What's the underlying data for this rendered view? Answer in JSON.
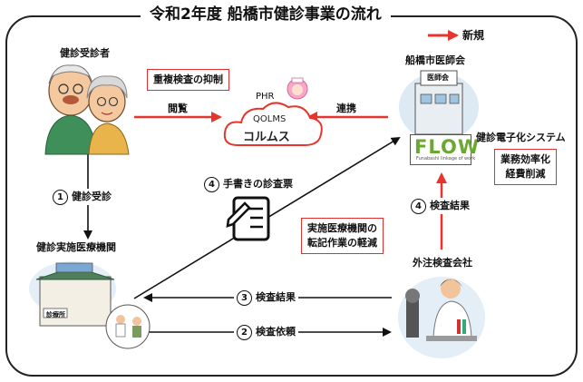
{
  "title": "令和2年度 船橋市健診事業の流れ",
  "legend": {
    "label": "新規"
  },
  "nodes": {
    "examinee": "健診受診者",
    "medical_institution": "健診実施医療機関",
    "medical_association": "船橋市医師会",
    "lab": "外注検査会社",
    "phr_label": "PHR",
    "phr_brand": "QOLMS",
    "phr_name": "コルムス",
    "system_label": "健診電子化システム",
    "flow_logo": "FLOW",
    "flow_subtitle": "Funabashi linkage of work",
    "clinic_sign": "診療所",
    "association_sign": "医師会"
  },
  "boxes": {
    "duplicate": "重複検査の抑制",
    "efficiency_line1": "業務効率化",
    "efficiency_line2": "経費削減",
    "burden_line1": "実施医療機関の",
    "burden_line2": "転記作業の軽減"
  },
  "edges": {
    "browse": "閲覧",
    "linkage": "連携",
    "e1_num": "1",
    "e1_label": "健診受診",
    "e2_num": "2",
    "e2_label": "検査依頼",
    "e3_num": "3",
    "e3_label": "検査結果",
    "e4a_num": "4",
    "e4a_label": "手書きの診査票",
    "e4b_num": "4",
    "e4b_label": "検査結果"
  },
  "colors": {
    "new_arrow": "#e5352d",
    "line": "#111111",
    "frame": "#222222"
  }
}
